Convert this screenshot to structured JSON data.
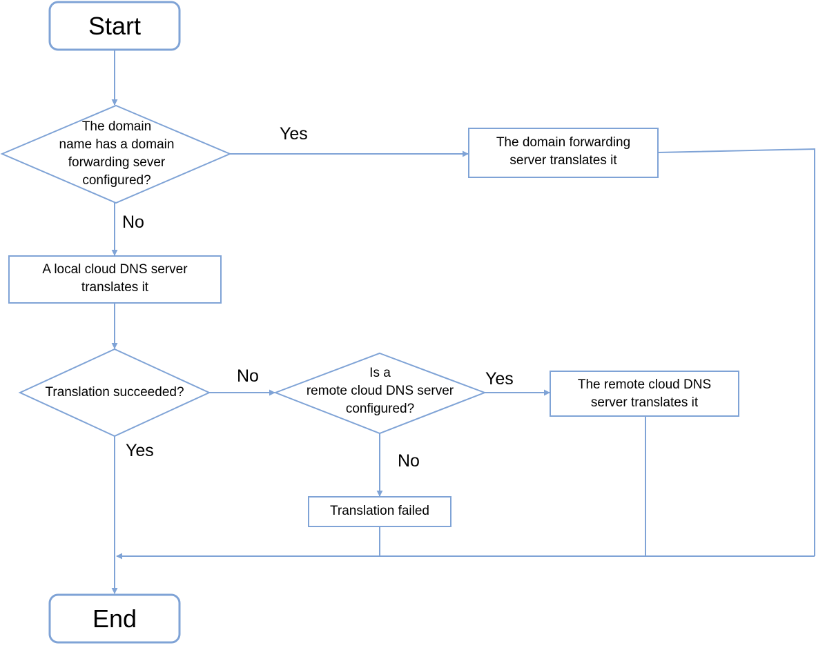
{
  "colors": {
    "stroke": "#7fa3d6",
    "fill": "#ffffff",
    "text": "#000000"
  },
  "nodes": {
    "start": "Start",
    "end": "End",
    "decision_forwarding": "The domain\nname has a domain\nforwarding sever\nconfigured?",
    "forwarding_translates": "The domain forwarding\nserver translates it",
    "local_translates": "A local cloud DNS server\ntranslates it",
    "decision_succeeded": "Translation  succeeded?",
    "decision_remote": "Is a\nremote cloud DNS server\nconfigured?",
    "remote_translates": "The remote cloud DNS\nserver translates it",
    "failed": "Translation  failed"
  },
  "edge_labels": {
    "forwarding_yes": "Yes",
    "forwarding_no": "No",
    "succeeded_no": "No",
    "succeeded_yes": "Yes",
    "remote_yes": "Yes",
    "remote_no": "No"
  }
}
